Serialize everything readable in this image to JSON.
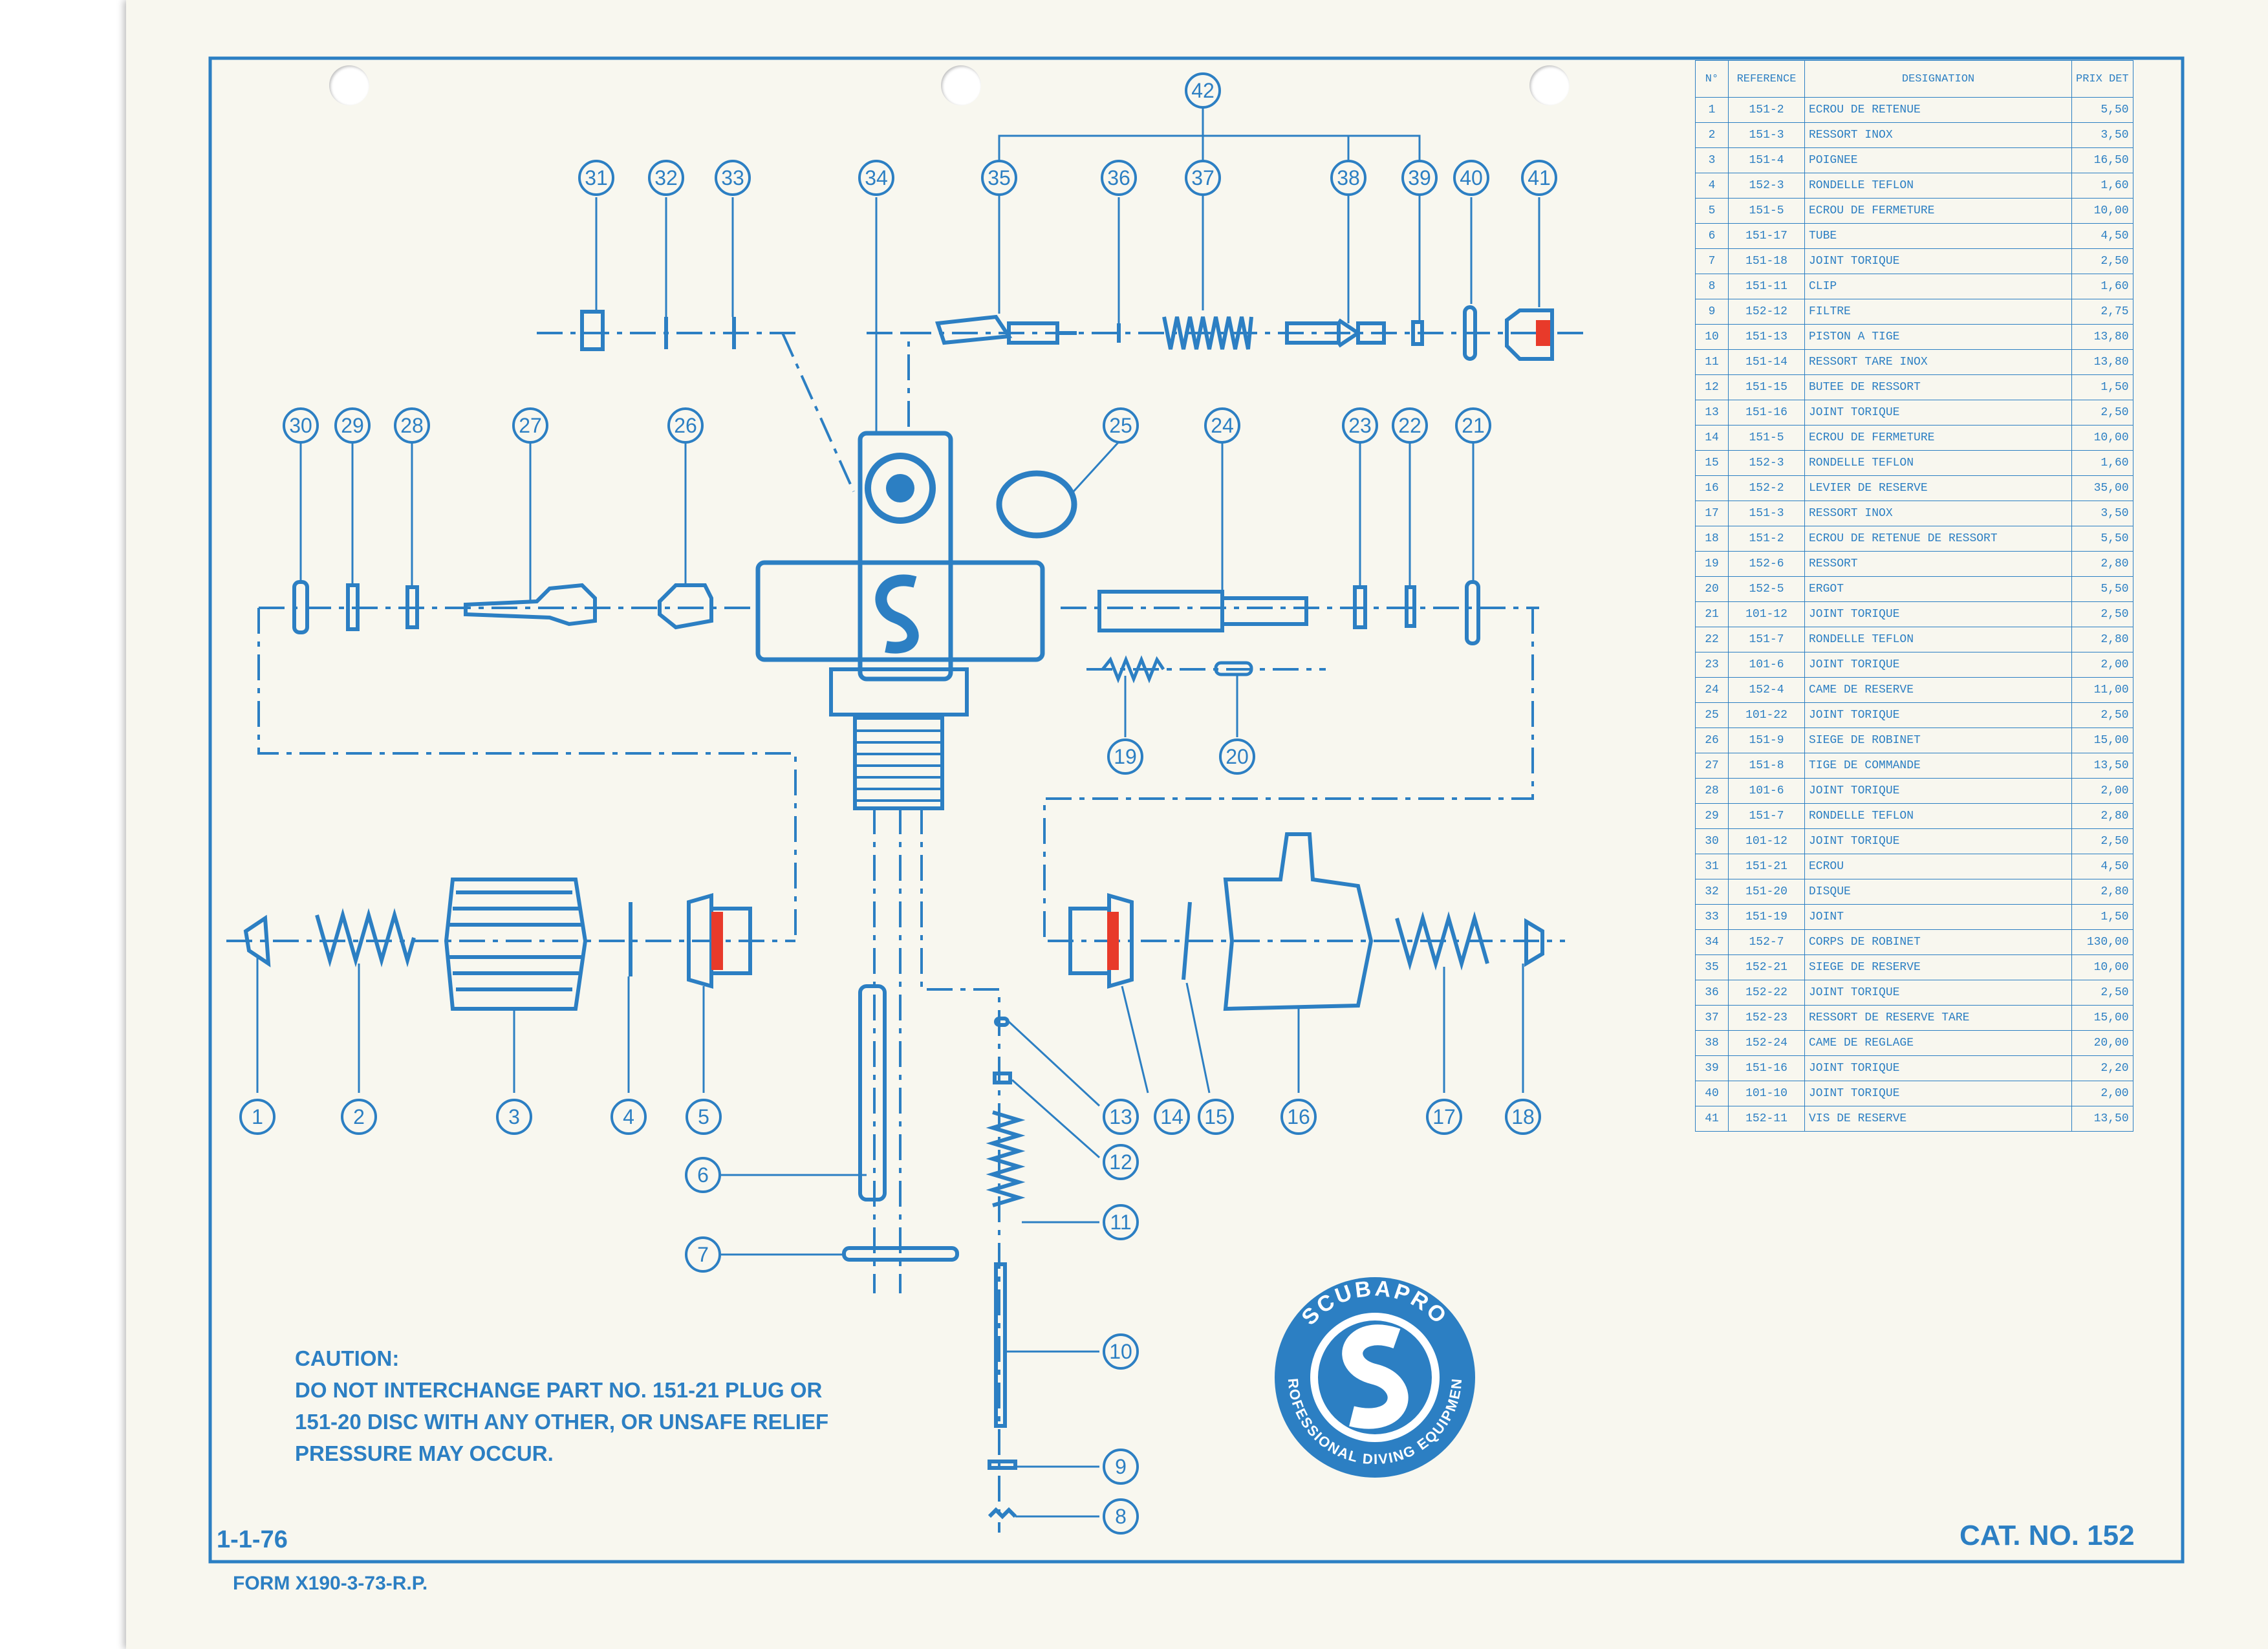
{
  "caution": {
    "title": "CAUTION:",
    "line1": "DO NOT INTERCHANGE PART NO. 151-21 PLUG OR",
    "line2": "151-20 DISC WITH ANY OTHER, OR UNSAFE RELIEF",
    "line3": "PRESSURE MAY OCCUR."
  },
  "date": "1-1-76",
  "catalog_number": "CAT. NO. 152",
  "form_number": "FORM X190-3-73-R.P.",
  "logo": {
    "top_text": "SCUBAPRO",
    "bottom_text": "PROFESSIONAL DIVING EQUIPMENT"
  },
  "colors": {
    "ink": "#2c7fc3",
    "paper": "#f8f7ef",
    "seal": "#e83a2a"
  },
  "callouts": [
    "1",
    "2",
    "3",
    "4",
    "5",
    "6",
    "7",
    "8",
    "9",
    "10",
    "11",
    "12",
    "13",
    "14",
    "15",
    "16",
    "17",
    "18",
    "19",
    "20",
    "21",
    "22",
    "23",
    "24",
    "25",
    "26",
    "27",
    "28",
    "29",
    "30",
    "31",
    "32",
    "33",
    "34",
    "35",
    "36",
    "37",
    "38",
    "39",
    "40",
    "41",
    "42"
  ],
  "table": {
    "headers": [
      "N°",
      "REFERENCE",
      "DESIGNATION",
      "PRIX DET"
    ],
    "rows": [
      [
        "1",
        "151-2",
        "ECROU DE RETENUE",
        "5,50"
      ],
      [
        "2",
        "151-3",
        "RESSORT INOX",
        "3,50"
      ],
      [
        "3",
        "151-4",
        "POIGNEE",
        "16,50"
      ],
      [
        "4",
        "152-3",
        "RONDELLE TEFLON",
        "1,60"
      ],
      [
        "5",
        "151-5",
        "ECROU DE FERMETURE",
        "10,00"
      ],
      [
        "6",
        "151-17",
        "TUBE",
        "4,50"
      ],
      [
        "7",
        "151-18",
        "JOINT TORIQUE",
        "2,50"
      ],
      [
        "8",
        "151-11",
        "CLIP",
        "1,60"
      ],
      [
        "9",
        "152-12",
        "FILTRE",
        "2,75"
      ],
      [
        "10",
        "151-13",
        "PISTON A TIGE",
        "13,80"
      ],
      [
        "11",
        "151-14",
        "RESSORT TARE INOX",
        "13,80"
      ],
      [
        "12",
        "151-15",
        "BUTEE DE RESSORT",
        "1,50"
      ],
      [
        "13",
        "151-16",
        "JOINT TORIQUE",
        "2,50"
      ],
      [
        "14",
        "151-5",
        "ECROU DE FERMETURE",
        "10,00"
      ],
      [
        "15",
        "152-3",
        "RONDELLE TEFLON",
        "1,60"
      ],
      [
        "16",
        "152-2",
        "LEVIER DE RESERVE",
        "35,00"
      ],
      [
        "17",
        "151-3",
        "RESSORT INOX",
        "3,50"
      ],
      [
        "18",
        "151-2",
        "ECROU DE RETENUE DE RESSORT",
        "5,50"
      ],
      [
        "19",
        "152-6",
        "RESSORT",
        "2,80"
      ],
      [
        "20",
        "152-5",
        "ERGOT",
        "5,50"
      ],
      [
        "21",
        "101-12",
        "JOINT TORIQUE",
        "2,50"
      ],
      [
        "22",
        "151-7",
        "RONDELLE TEFLON",
        "2,80"
      ],
      [
        "23",
        "101-6",
        "JOINT TORIQUE",
        "2,00"
      ],
      [
        "24",
        "152-4",
        "CAME DE RESERVE",
        "11,00"
      ],
      [
        "25",
        "101-22",
        "JOINT TORIQUE",
        "2,50"
      ],
      [
        "26",
        "151-9",
        "SIEGE DE ROBINET",
        "15,00"
      ],
      [
        "27",
        "151-8",
        "TIGE DE COMMANDE",
        "13,50"
      ],
      [
        "28",
        "101-6",
        "JOINT TORIQUE",
        "2,00"
      ],
      [
        "29",
        "151-7",
        "RONDELLE TEFLON",
        "2,80"
      ],
      [
        "30",
        "101-12",
        "JOINT TORIQUE",
        "2,50"
      ],
      [
        "31",
        "151-21",
        "ECROU",
        "4,50"
      ],
      [
        "32",
        "151-20",
        "DISQUE",
        "2,80"
      ],
      [
        "33",
        "151-19",
        "JOINT",
        "1,50"
      ],
      [
        "34",
        "152-7",
        "CORPS DE ROBINET",
        "130,00"
      ],
      [
        "35",
        "152-21",
        "SIEGE DE RESERVE",
        "10,00"
      ],
      [
        "36",
        "152-22",
        "JOINT TORIQUE",
        "2,50"
      ],
      [
        "37",
        "152-23",
        "RESSORT DE RESERVE TARE",
        "15,00"
      ],
      [
        "38",
        "152-24",
        "CAME DE REGLAGE",
        "20,00"
      ],
      [
        "39",
        "151-16",
        "JOINT TORIQUE",
        "2,20"
      ],
      [
        "40",
        "101-10",
        "JOINT TORIQUE",
        "2,00"
      ],
      [
        "41",
        "152-11",
        "VIS DE RESERVE",
        "13,50"
      ]
    ]
  }
}
